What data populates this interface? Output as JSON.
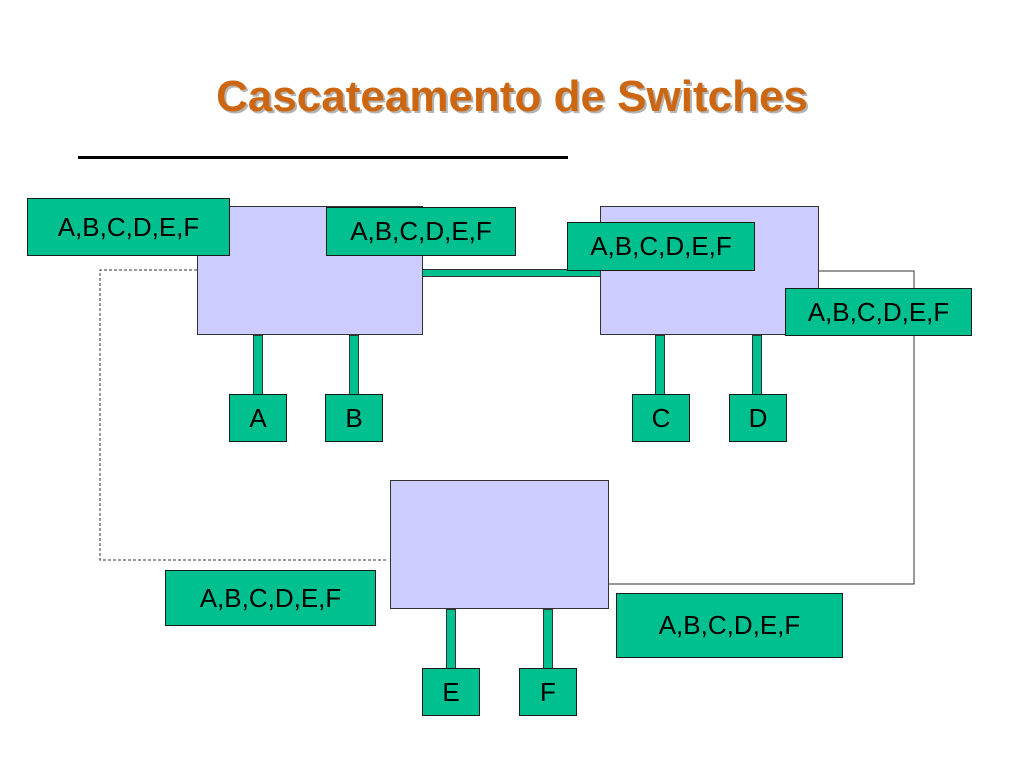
{
  "title": "Cascateamento de Switches",
  "colors": {
    "title": "#cc6611",
    "switch_fill": "#ccccff",
    "label_fill": "#00c08f"
  },
  "tables": {
    "switch1_left": "A,B,C,D,E,F",
    "switch1_right": "A,B,C,D,E,F",
    "switch2_left": "A,B,C,D,E,F",
    "switch2_right": "A,B,C,D,E,F",
    "switch3_left": "A,B,C,D,E,F",
    "switch3_right": "A,B,C,D,E,F"
  },
  "hosts": {
    "a": "A",
    "b": "B",
    "c": "C",
    "d": "D",
    "e": "E",
    "f": "F"
  }
}
